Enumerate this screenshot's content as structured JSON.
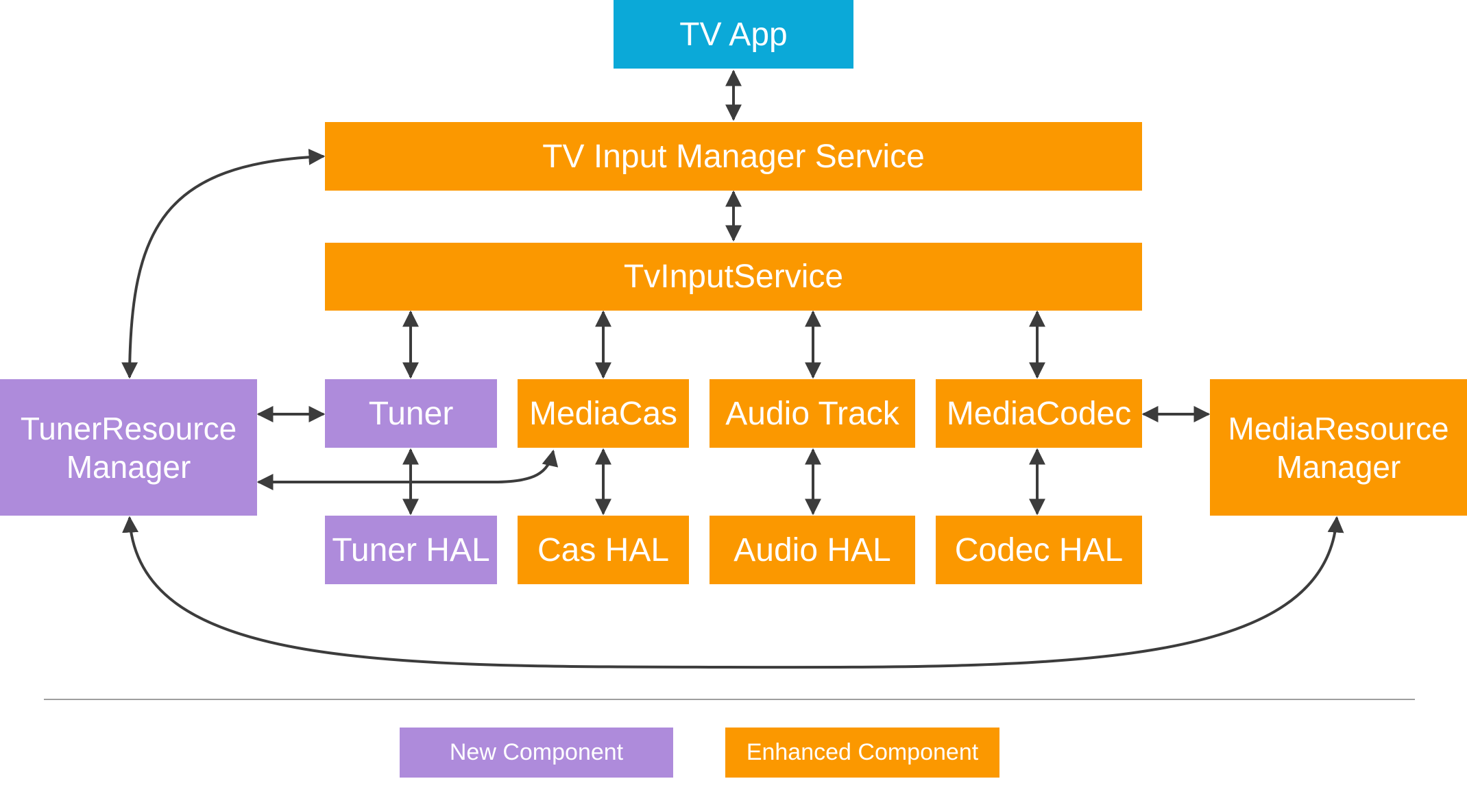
{
  "colors": {
    "app": "#0ba9d8",
    "enhanced": "#fb9800",
    "new": "#ae8bdb",
    "connector": "#3c3c3c",
    "divider": "#9e9e9e"
  },
  "nodes": {
    "tv_app": "TV App",
    "tv_input_manager_service": "TV Input Manager Service",
    "tv_input_service": "TvInputService",
    "tuner": "Tuner",
    "media_cas": "MediaCas",
    "audio_track": "Audio Track",
    "media_codec": "MediaCodec",
    "tuner_hal": "Tuner HAL",
    "cas_hal": "Cas HAL",
    "audio_hal": "Audio HAL",
    "codec_hal": "Codec HAL",
    "tuner_resource_manager": [
      "TunerResource",
      "Manager"
    ],
    "media_resource_manager": [
      "MediaResource",
      "Manager"
    ]
  },
  "legend": {
    "new_component": "New Component",
    "enhanced_component": "Enhanced Component"
  }
}
